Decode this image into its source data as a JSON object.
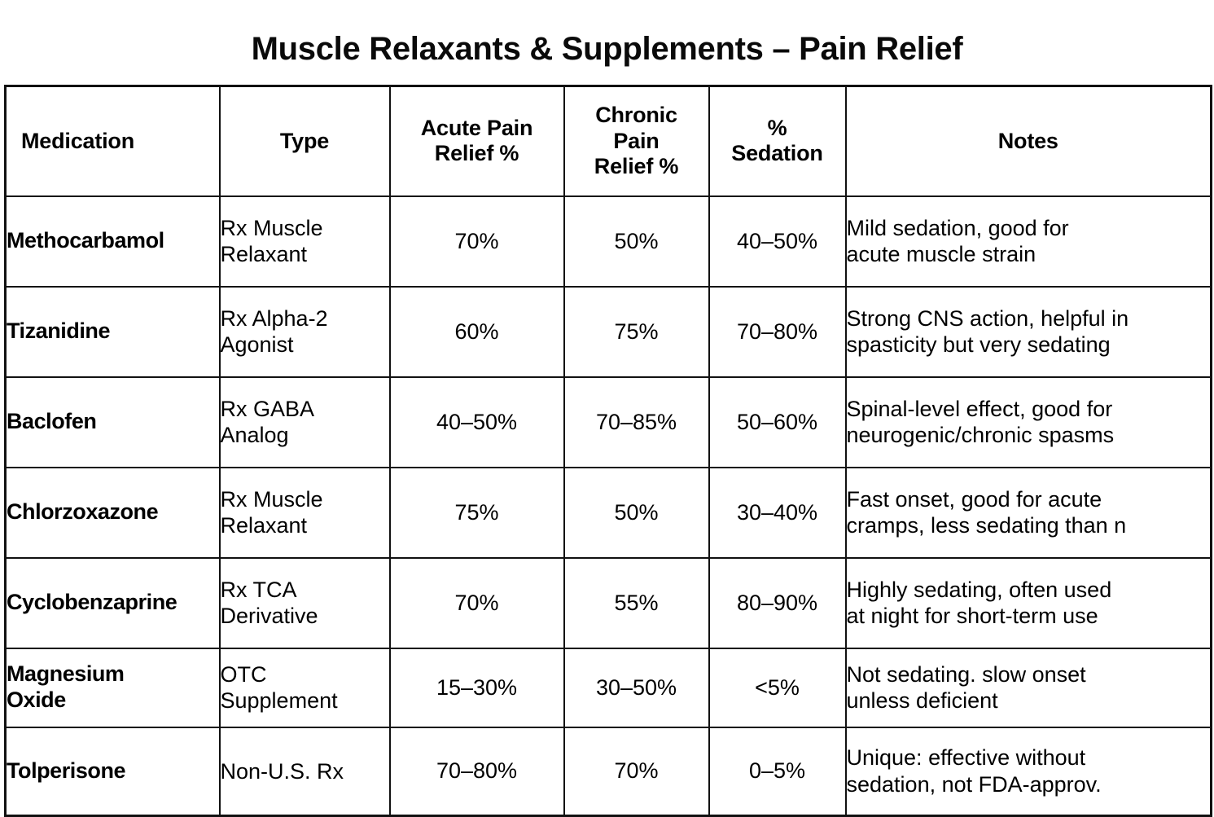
{
  "title": "Muscle Relaxants & Supplements – Pain Relief",
  "table": {
    "columns": [
      {
        "key": "medication",
        "label": "Medication"
      },
      {
        "key": "type",
        "label": "Type"
      },
      {
        "key": "acute",
        "label": "Acute Pain\nRelief %",
        "line1": "Acute Pain",
        "line2": "Relief %"
      },
      {
        "key": "chronic",
        "label": "Chronic Pain Relief %",
        "line1": "Chronic",
        "line2": "Pain",
        "line3": "Relief %"
      },
      {
        "key": "sedation",
        "label": "% Sedation",
        "line1": "%",
        "line2": "Sedation"
      },
      {
        "key": "notes",
        "label": "Notes"
      }
    ],
    "rows": [
      {
        "medication": "Methocarbamol",
        "type_line1": "Rx Muscle",
        "type_line2": "Relaxant",
        "acute": "70%",
        "chronic": "50%",
        "sedation": "40–50%",
        "notes_line1": "Mild sedation, good for",
        "notes_line2": "acute muscle strain"
      },
      {
        "medication": "Tizanidine",
        "type_line1": "Rx Alpha-2",
        "type_line2": "Agonist",
        "acute": "60%",
        "chronic": "75%",
        "sedation": "70–80%",
        "notes_line1": "Strong CNS action, helpful in",
        "notes_line2": "spasticity but very sedating"
      },
      {
        "medication": "Baclofen",
        "type_line1": "Rx GABA",
        "type_line2": "Analog",
        "acute": "40–50%",
        "chronic": "70–85%",
        "sedation": "50–60%",
        "notes_line1": "Spinal-level effect, good for",
        "notes_line2": "neurogenic/chronic spasms"
      },
      {
        "medication": "Chlorzoxazone",
        "type_line1": "Rx Muscle",
        "type_line2": "Relaxant",
        "acute": "75%",
        "chronic": "50%",
        "sedation": "30–40%",
        "notes_line1": "Fast onset, good for acute",
        "notes_line2": "cramps, less sedating than n"
      },
      {
        "medication": "Cyclobenzaprine",
        "type_line1": "Rx TCA",
        "type_line2": "Derivative",
        "acute": "70%",
        "chronic": "55%",
        "sedation": "80–90%",
        "notes_line1": "Highly sedating, often used",
        "notes_line2": "at night for short-term use"
      },
      {
        "medication_line1": "Magnesium",
        "medication_line2": "Oxide",
        "medication": "Magnesium Oxide",
        "type_line1": "OTC",
        "type_line2": "Supplement",
        "acute": "15–30%",
        "chronic": "30–50%",
        "sedation": "<5%",
        "notes_line1": "Not sedating. slow onset",
        "notes_line2": "unless deficient"
      },
      {
        "medication": "Tolperisone",
        "type_line1": "Non-U.S. Rx",
        "type_line2": "",
        "acute": "70–80%",
        "chronic": "70%",
        "sedation": "0–5%",
        "notes_line1": "Unique: effective without",
        "notes_line2": "sedation, not FDA-approv."
      }
    ]
  },
  "colors": {
    "text": "#000000",
    "border": "#111111",
    "background": "#ffffff"
  }
}
